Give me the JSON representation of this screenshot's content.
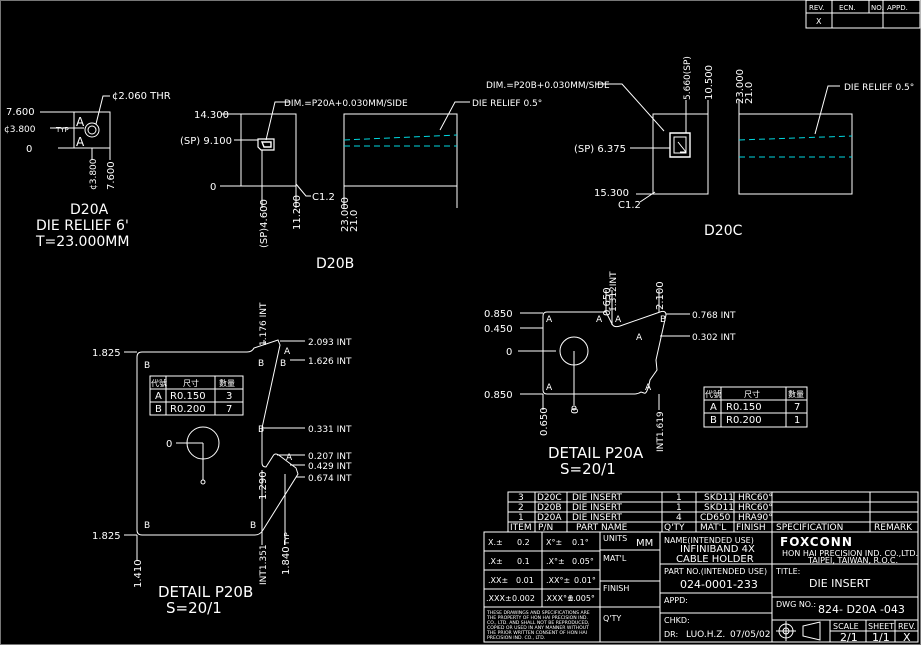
{
  "revision_block": {
    "headers": [
      "REV.",
      "ECN.",
      "NO.",
      "APPD."
    ],
    "rev": "X"
  },
  "d20a": {
    "dims": [
      "7.600",
      "¢3.800",
      "TYP",
      "0",
      "¢2.060 THR",
      "¢3.800",
      "7.600"
    ],
    "marks": [
      "A",
      "A"
    ],
    "title": "D20A",
    "line2": "DIE RELIEF 6'",
    "line3": "T=23.000MM"
  },
  "d20b": {
    "dims": [
      "14.300",
      "(SP) 9.100",
      "0",
      "DIM.=P20A+0.030MM/SIDE",
      "(SP)4.600",
      "11.200",
      "C1.2",
      "23.000",
      "21.0",
      "DIE RELIEF 0.5°"
    ],
    "title": "D20B"
  },
  "d20c": {
    "dims": [
      "DIM.=P20B+0.030MM/SIDE",
      "5.660(SP)",
      "10.500",
      "23.000",
      "21.0",
      "DIE RELIEF 0.5°",
      "(SP) 6.375",
      "15.300",
      "C1.2"
    ],
    "title": "D20C"
  },
  "p20a": {
    "dims": [
      "0.850",
      "0.450",
      "0",
      "0.850",
      "0.650",
      "1.312INT",
      "2.100",
      "0.768 INT",
      "0.302 INT",
      "0.650",
      "0",
      "INT1.619"
    ],
    "marks": [
      "A",
      "A",
      "A",
      "A",
      "B",
      "A",
      "A"
    ],
    "table": {
      "headers": [
        "代號",
        "尺寸",
        "數量"
      ],
      "rows": [
        [
          "A",
          "R0.150",
          "7"
        ],
        [
          "B",
          "R0.200",
          "1"
        ]
      ]
    },
    "title": "DETAIL P20A",
    "scale": "S=20/1"
  },
  "p20b": {
    "dims": [
      "1.825",
      "1.176 INT",
      "2.093 INT",
      "1.626 INT",
      "0.331 INT",
      "0",
      "0.207 INT",
      "0.429 INT",
      "0.674 INT",
      "1.825",
      "1.410",
      "INT1.351",
      "1.290",
      "1.840",
      "TYP"
    ],
    "marks": [
      "B",
      "B",
      "A",
      "B",
      "B",
      "A",
      "B",
      "B"
    ],
    "table": {
      "headers": [
        "代號",
        "尺寸",
        "數量"
      ],
      "rows": [
        [
          "A",
          "R0.150",
          "3"
        ],
        [
          "B",
          "R0.200",
          "7"
        ]
      ]
    },
    "title": "DETAIL P20B",
    "scale": "S=20/1"
  },
  "bom": {
    "rows": [
      [
        "3",
        "D20C",
        "DIE  INSERT",
        "1",
        "SKD11",
        "HRC60°",
        "",
        ""
      ],
      [
        "2",
        "D20B",
        "DIE  INSERT",
        "1",
        "SKD11",
        "HRC60°",
        "",
        ""
      ],
      [
        "1",
        "D20A",
        "DIE  INSERT",
        "4",
        "CD650",
        "HRA90°",
        "",
        ""
      ]
    ],
    "headers": [
      "ITEM",
      "P/N",
      "PART  NAME",
      "Q'TY",
      "MAT'L",
      "FINISH",
      "SPECIFICATION",
      "REMARK"
    ]
  },
  "tolerances": {
    "rows": [
      [
        "X.±",
        "0.2",
        "X°±",
        "0.1°"
      ],
      [
        ".X±",
        "0.1",
        ".X°±",
        "0.05°"
      ],
      [
        ".XX±",
        "0.01",
        ".XX°±",
        "0.01°"
      ],
      [
        ".XXX±",
        "0.002",
        ".XXX°±",
        "0.005°"
      ]
    ],
    "units_label": "UNITS",
    "units_value": "MM",
    "matl_label": "MAT'L",
    "finish_label": "FINISH",
    "qty_label": "Q'TY",
    "notice": [
      "THESE DRAWINGS AND SPECIFICATIONS ARE",
      "THE PROPERTY OF HON HAI PRECISION IND.",
      "CO., LTD. AND SHALL NOT BE REPRODUCED,",
      "COPIED OR USED IN ANY MANNER WITHOUT",
      "THE PRIOR WRITTEN CONSENT OF HON HAI",
      "PRECISION IND. CO., LTD."
    ]
  },
  "title_block": {
    "name_label": "NAME(INTENDED USE)",
    "name_line1": "INFINIBAND 4X",
    "name_line2": "CABLE HOLDER",
    "part_label": "PART NO.(INTENDED USE)",
    "part_no": "024-0001-233",
    "appd_label": "APPD:",
    "chkd_label": "CHKD:",
    "dr_label": "DR:",
    "drawer": "LUO.H.Z.",
    "date": "07/05/02",
    "logo": "FOXCONN",
    "company1": "HON HAI PRECISION IND. CO.,LTD.",
    "company2": "TAIPEI, TAIWAN, R.O.C.",
    "title_label": "TITLE:",
    "title": "DIE INSERT",
    "dwg_label": "DWG NO.:",
    "dwg_no": "824- D20A -043",
    "scale_label": "SCALE",
    "sheet_label": "SHEET",
    "rev_label": "REV.",
    "scale": "2/1",
    "sheet": "1/1",
    "rev": "X"
  },
  "colors": {
    "line": "#ffffff",
    "hidden": "#00d8e0",
    "background": "#000000"
  }
}
